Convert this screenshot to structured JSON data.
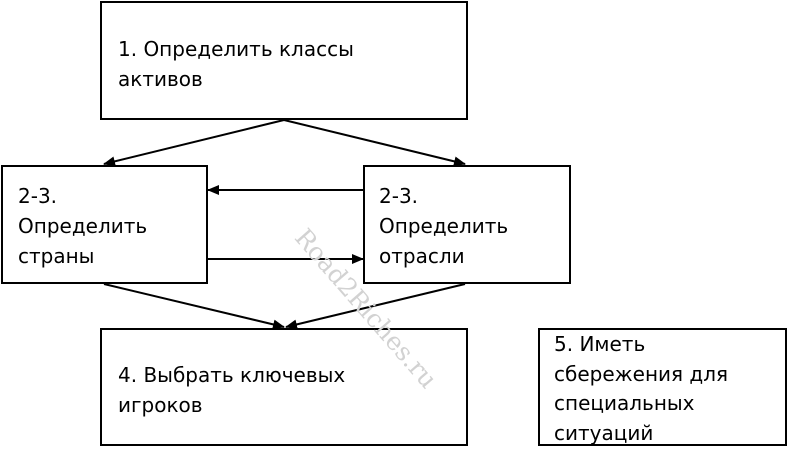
{
  "boxes": {
    "step1": {
      "lines": [
        "1. Определить классы",
        "активов"
      ]
    },
    "step23_countries": {
      "lines": [
        "2-3.",
        "Определить",
        "страны"
      ]
    },
    "step23_industries": {
      "lines": [
        "2-3.",
        "Определить",
        "отрасли"
      ]
    },
    "step4": {
      "lines": [
        "4. Выбрать ключевых",
        "игроков"
      ]
    },
    "step5": {
      "lines": [
        "5. Иметь",
        "сбережения для",
        "специальных",
        "ситуаций"
      ]
    }
  },
  "watermark": "Road2Riches.ru",
  "colors": {
    "stroke": "#000000",
    "background": "#ffffff",
    "watermark": "#d2d2d2"
  }
}
